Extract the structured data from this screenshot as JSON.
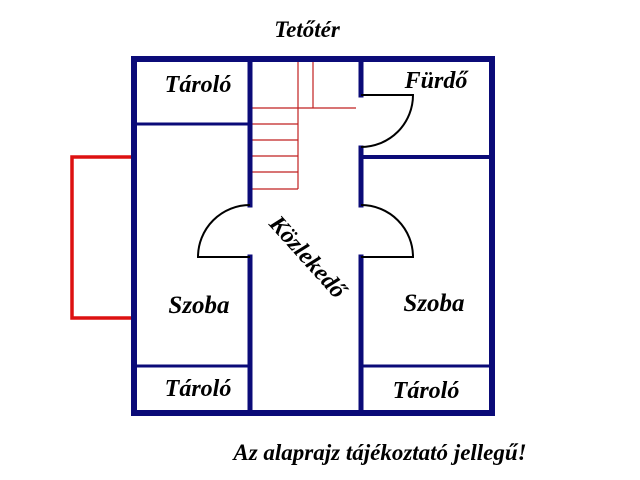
{
  "title": "Tetőtér",
  "rooms": {
    "storage_top_left": "Tároló",
    "bathroom": "Fürdő",
    "corridor": "Közlekedő",
    "room_left": "Szoba",
    "room_right": "Szoba",
    "storage_bottom_left": "Tároló",
    "storage_bottom_right": "Tároló"
  },
  "disclaimer": "Az alaprajz tájékoztató jellegű!",
  "colors": {
    "wall": "#0b0b78",
    "stairs": "#c02020",
    "balcony": "#dd1111"
  }
}
